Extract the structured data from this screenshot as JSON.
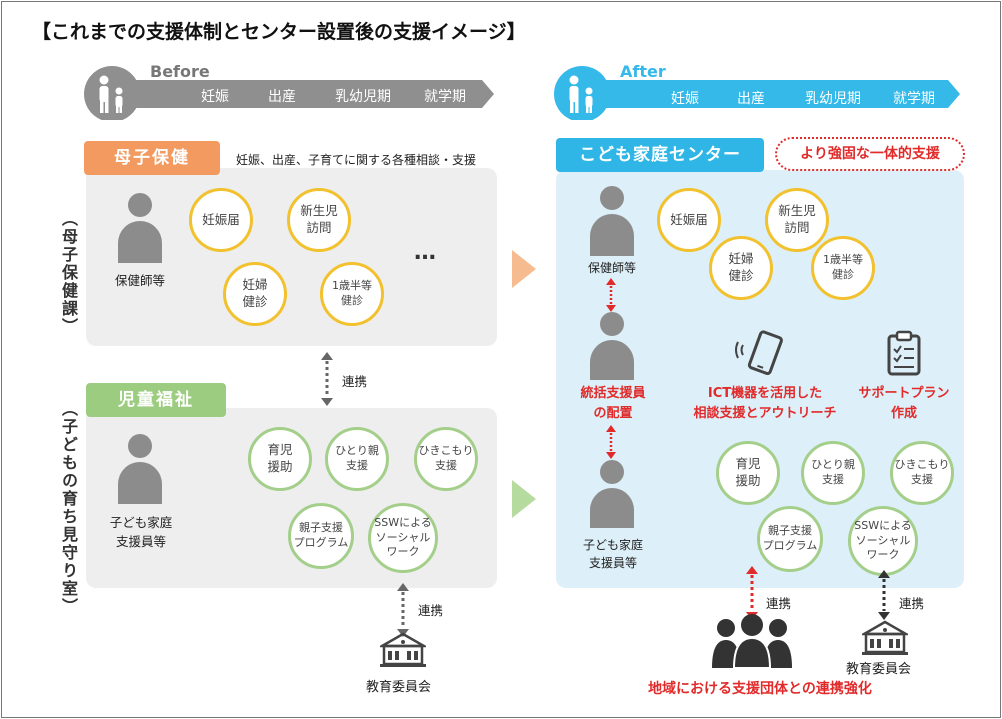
{
  "title": "【これまでの支援体制とセンター設置後の支援イメージ】",
  "before": {
    "label": "Before",
    "stages": [
      "妊娠",
      "出産",
      "乳幼児期",
      "就学期"
    ],
    "maternal": {
      "tag": "母子保健",
      "description": "妊娠、出産、子育てに関する各種相談・支援",
      "side_label": "（母子保健課）",
      "role": "保健師等",
      "services": [
        "妊娠届",
        "新生児\n訪問",
        "妊婦\n健診",
        "1歳半等\n健診"
      ],
      "ellipsis": "…"
    },
    "link_label": "連携",
    "welfare": {
      "tag": "児童福祉",
      "side_label": "（子どもの育ち見守り室）",
      "role": "子ども家庭\n支援員等",
      "services": [
        "育児\n援助",
        "ひとり親\n支援",
        "ひきこもり\n支援",
        "親子支援\nプログラム",
        "SSWによる\nソーシャル\nワーク"
      ]
    },
    "board_link_label": "連携",
    "board": "教育委員会"
  },
  "after": {
    "label": "After",
    "stages": [
      "妊娠",
      "出産",
      "乳幼児期",
      "就学期"
    ],
    "center_tag": "こども家庭センター",
    "badge": "より強固な一体的支援",
    "role_top": "保健師等",
    "role_mid": "統括支援員\nの配置",
    "role_bottom": "子ども家庭\n支援員等",
    "maternal_services": [
      "妊娠届",
      "新生児\n訪問",
      "妊婦\n健診",
      "1歳半等\n健診"
    ],
    "ict": "ICT機器を活用した\n相談支援とアウトリーチ",
    "plan": "サポートプラン\n作成",
    "welfare_services": [
      "育児\n援助",
      "ひとり親\n支援",
      "ひきこもり\n支援",
      "親子支援\nプログラム",
      "SSWによる\nソーシャル\nワーク"
    ],
    "community_link_label": "連携",
    "board_link_label": "連携",
    "board": "教育委員会",
    "community": "地域における支援団体との連携強化"
  },
  "colors": {
    "maternal_orange": "#f29a5f",
    "welfare_green": "#9ccc7f",
    "after_blue": "#2fb6e6",
    "accent_red": "#e12a2a",
    "panel_gray": "#eeeeee",
    "panel_blue": "#ddeff8"
  }
}
